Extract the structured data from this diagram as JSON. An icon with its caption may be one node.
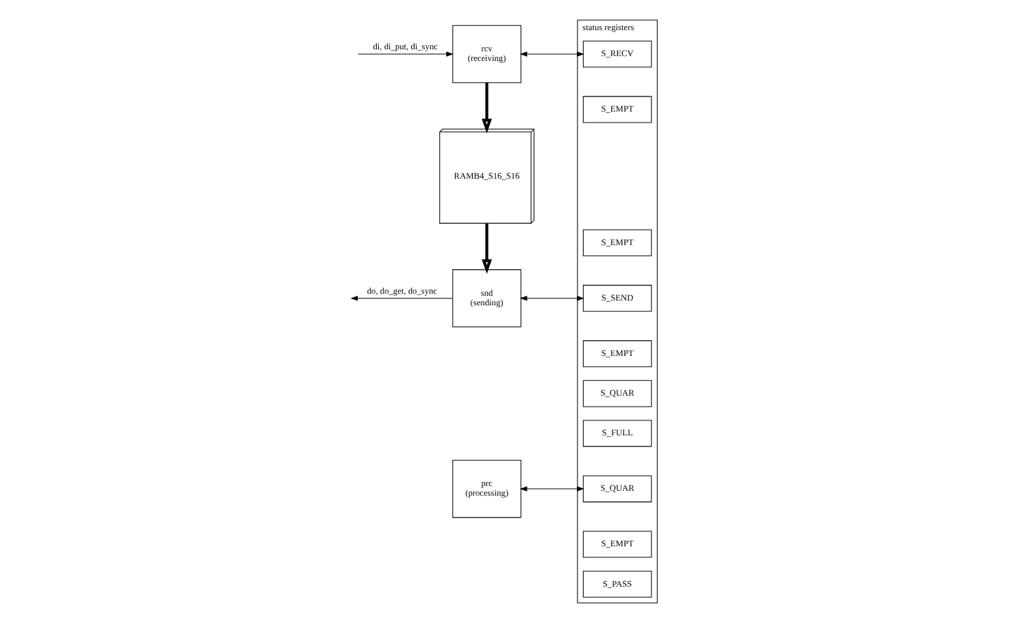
{
  "diagram": {
    "nodes": [
      {
        "text": [
          "rcv",
          "(receiving)"
        ]
      },
      {
        "text": [
          "RAMB4_S16_S16"
        ]
      },
      {
        "text": [
          "snd",
          "(sending)"
        ]
      },
      {
        "text": [
          "prc",
          "(processing)"
        ]
      },
      {
        "text": [
          "status registers"
        ]
      },
      {
        "text": [
          "S_RECV"
        ],
        "in": 4
      },
      {
        "text": [
          "S_EMPT"
        ],
        "in": 4
      },
      {
        "text": [
          "S_EMPT"
        ],
        "in": 4
      },
      {
        "text": [
          "S_SEND"
        ],
        "in": 4
      },
      {
        "text": [
          "S_EMPT"
        ],
        "in": 4
      },
      {
        "text": [
          "S_QUAR"
        ],
        "in": 4
      },
      {
        "text": [
          "S_FULL"
        ],
        "in": 4
      },
      {
        "text": [
          "S_QUAR"
        ],
        "in": 4
      },
      {
        "text": [
          "S_EMPT"
        ],
        "in": 4
      },
      {
        "text": [
          "S_PASS"
        ],
        "in": 4
      }
    ],
    "edges": [
      {
        "from": null,
        "to": 0,
        "arrow": "to",
        "label": "di, di_put, di_sync"
      },
      {
        "from": 0,
        "to": 1,
        "arrow": "to",
        "style": "thick"
      },
      {
        "from": 1,
        "to": 2,
        "arrow": "to",
        "style": "thick"
      },
      {
        "from": 2,
        "to": null,
        "arrow": "to",
        "label": "do, do_get, do_sync"
      },
      {
        "from": 0,
        "to": 5,
        "arrow": "both"
      },
      {
        "from": 8,
        "to": 2,
        "arrow": "both"
      },
      {
        "from": 3,
        "to": 12,
        "arrow": "both"
      }
    ]
  }
}
